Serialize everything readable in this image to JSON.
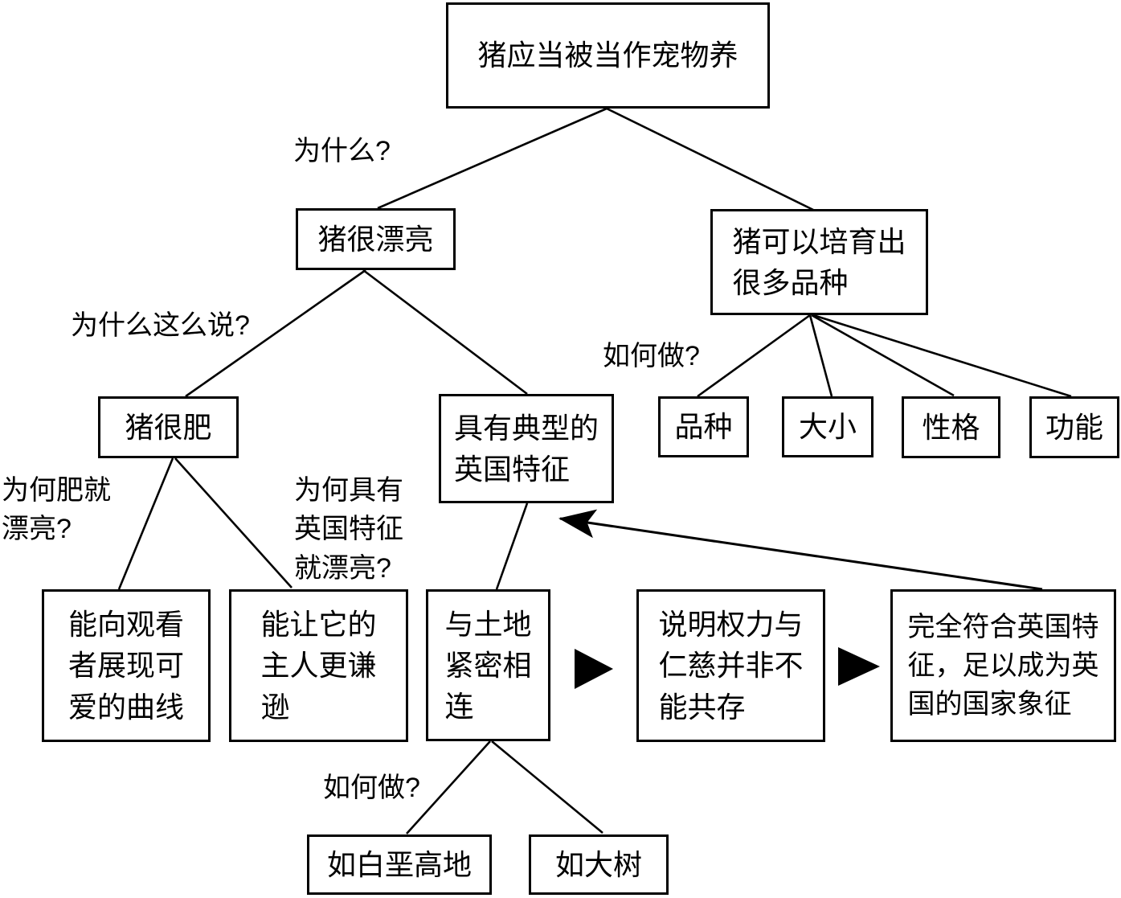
{
  "diagram": {
    "nodes": {
      "root": "猪应当被当作宠物养",
      "beautiful": "猪很漂亮",
      "breeds": "猪可以培育出\n很多品种",
      "fat": "猪很肥",
      "english": "具有典型的\n英国特征",
      "variety": "品种",
      "size": "大小",
      "character": "性格",
      "function": "功能",
      "curves": "能向观看\n者展现可\n爱的曲线",
      "humble": "能让它的\n主人更谦\n逊",
      "land": "与土地\n紧密相\n连",
      "power": "说明权力与\n仁慈并非不\n能共存",
      "symbol": "完全符合英国特\n征，足以成为英\n国的国家象征",
      "chalk": "如白垩高地",
      "tree": "如大树"
    },
    "labels": {
      "why": "为什么?",
      "why_say": "为什么这么说?",
      "how_breed": "如何做?",
      "why_fat": "为何肥就\n漂亮?",
      "why_english": "为何具有\n英国特征\n就漂亮?",
      "how_land": "如何做?"
    },
    "colors": {
      "line": "#000000",
      "box_border": "#000000",
      "box_background": "#ffffff",
      "page_background": "#ffffff",
      "text": "#000000"
    }
  }
}
